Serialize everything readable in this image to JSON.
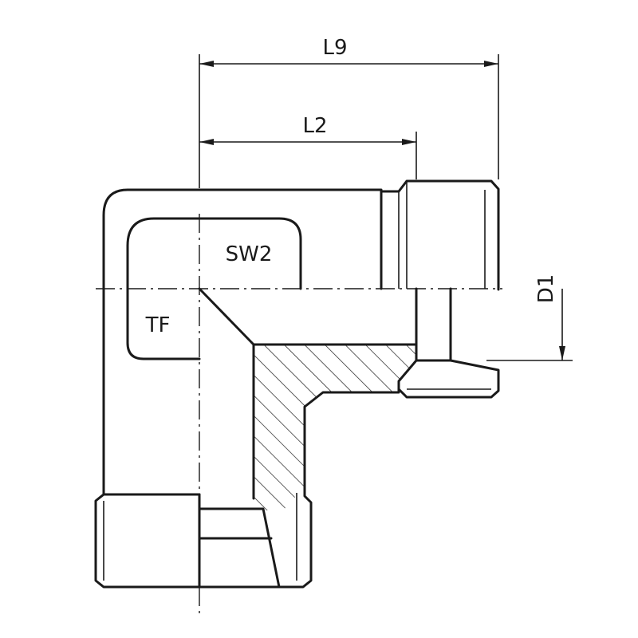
{
  "dimensions": {
    "l9": "L9",
    "l2": "L2",
    "d1": "D1"
  },
  "labels": {
    "sw2": "SW2",
    "tf": "TF"
  }
}
